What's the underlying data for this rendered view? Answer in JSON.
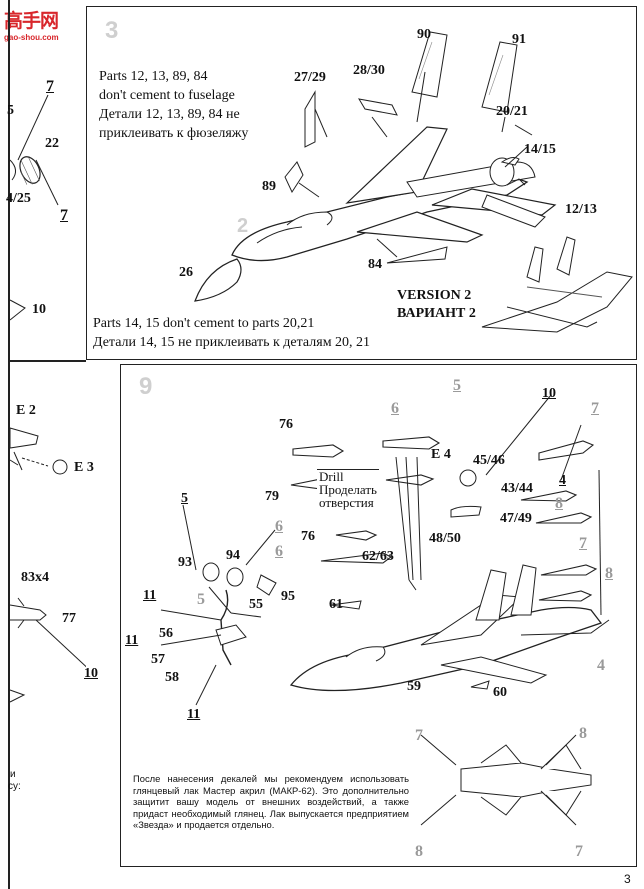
{
  "watermark": {
    "logo_text": "高手网",
    "url_text": "gao-shou.com"
  },
  "panel3": {
    "step_number": "3",
    "note_en_1": "Parts 12, 13, 89, 84",
    "note_en_2": "don't cement to fuselage",
    "note_ru_1": "Детали 12, 13, 89, 84 не",
    "note_ru_2": "приклеивать к фюзеляжу",
    "labels": {
      "p90": "90",
      "p91": "91",
      "p28_30": "28/30",
      "p27_29": "27/29",
      "p20_21": "20/21",
      "p14_15": "14/15",
      "p12_13": "12/13",
      "p89": "89",
      "p2": "2",
      "p26": "26",
      "p84": "84"
    },
    "version_en": "VERSION 2",
    "version_ru": "ВАРИАНТ 2",
    "bottom_en": "Parts 14, 15 don't cement to parts 20,21",
    "bottom_ru": "Детали 14, 15 не приклеивать к деталям 20, 21"
  },
  "left_strip": {
    "labels": {
      "p7a": "7",
      "p5": "5",
      "p22": "22",
      "p4_25": "4/25",
      "p7b": "7",
      "p10": "10",
      "e2": "E 2",
      "e3": "E 3",
      "p83x4": "83x4",
      "p77": "77",
      "p10b": "10",
      "cut_text_1": "и",
      "cut_text_2": "су:"
    }
  },
  "panel9": {
    "step_number": "9",
    "labels": {
      "p76a": "76",
      "p6a": "6",
      "p5a": "5",
      "p10": "10",
      "p7a": "7",
      "e4": "E 4",
      "p45_46": "45/46",
      "p43_44": "43/44",
      "p4": "4",
      "p79": "79",
      "p5b": "5",
      "p6b": "6",
      "p47_49": "47/49",
      "p8a": "8",
      "p48_50": "48/50",
      "p93": "93",
      "p94": "94",
      "p76b": "76",
      "p62_63": "62/63",
      "p6c": "6",
      "p7b": "7",
      "p8b": "8",
      "p95": "95",
      "p11a": "11",
      "p5c": "5",
      "p55": "55",
      "p61": "61",
      "p11b": "11",
      "p56": "56",
      "p4b": "4",
      "p57": "57",
      "p58": "58",
      "p59": "59",
      "p60": "60",
      "p11c": "11",
      "p7c": "7",
      "p8c": "8",
      "p8d": "8",
      "p7d": "7"
    },
    "drill_en": "Drill",
    "drill_ru_1": "Проделать",
    "drill_ru_2": "отверстия",
    "decal_note": "После нанесения декалей мы рекомендуем использовать глянцевый лак Мастер акрил (МАКР-62). Это дополнительно защитит вашу модель от внешних воздействий, а также придаст необходимый глянец. Лак выпускается предприятием «Звезда» и продается отдельно."
  },
  "page_number": "3"
}
